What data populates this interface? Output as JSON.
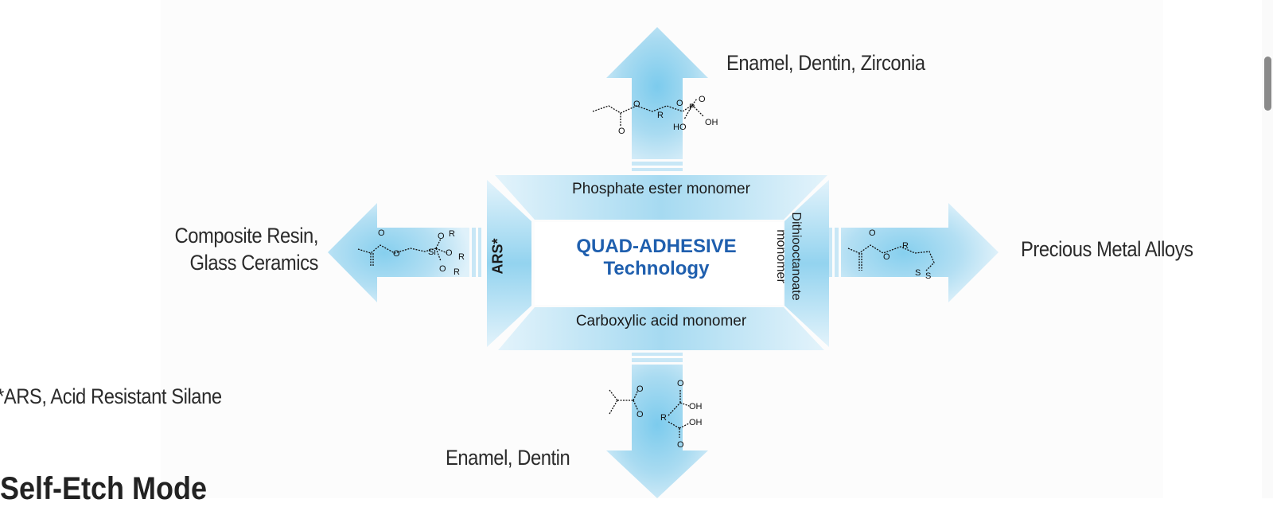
{
  "diagram": {
    "title_line1": "QUAD-ADHESIVE",
    "title_line2": "Technology",
    "panels": {
      "top": "Phosphate ester monomer",
      "bottom": "Carboxylic acid monomer",
      "left": "ARS*",
      "right_line1": "Dithiooctanoate",
      "right_line2": "monomer"
    },
    "targets": {
      "top": "Enamel, Dentin, Zirconia",
      "left_line1": "Composite Resin,",
      "left_line2": "Glass Ceramics",
      "right": "Precious Metal Alloys",
      "bottom": "Enamel, Dentin"
    },
    "chem_labels": {
      "top": [
        "O",
        "O",
        "R",
        "O",
        "P",
        "O",
        "OH",
        "HO"
      ],
      "left": [
        "O",
        "O",
        "Si",
        "O",
        "R",
        "O",
        "R",
        "O",
        "R"
      ],
      "right": [
        "O",
        "O",
        "R",
        "S",
        "S"
      ],
      "bottom": [
        "O",
        "O",
        "R",
        "O",
        "OH",
        "OH",
        "O"
      ]
    },
    "colors": {
      "arrow_light": "#d4ecf8",
      "arrow_mid": "#a9dbf1",
      "arrow_deep": "#7ccbed",
      "title_blue": "#1f5fae"
    }
  },
  "footnote": "*ARS, Acid Resistant Silane",
  "section_heading": "Self-Etch Mode"
}
